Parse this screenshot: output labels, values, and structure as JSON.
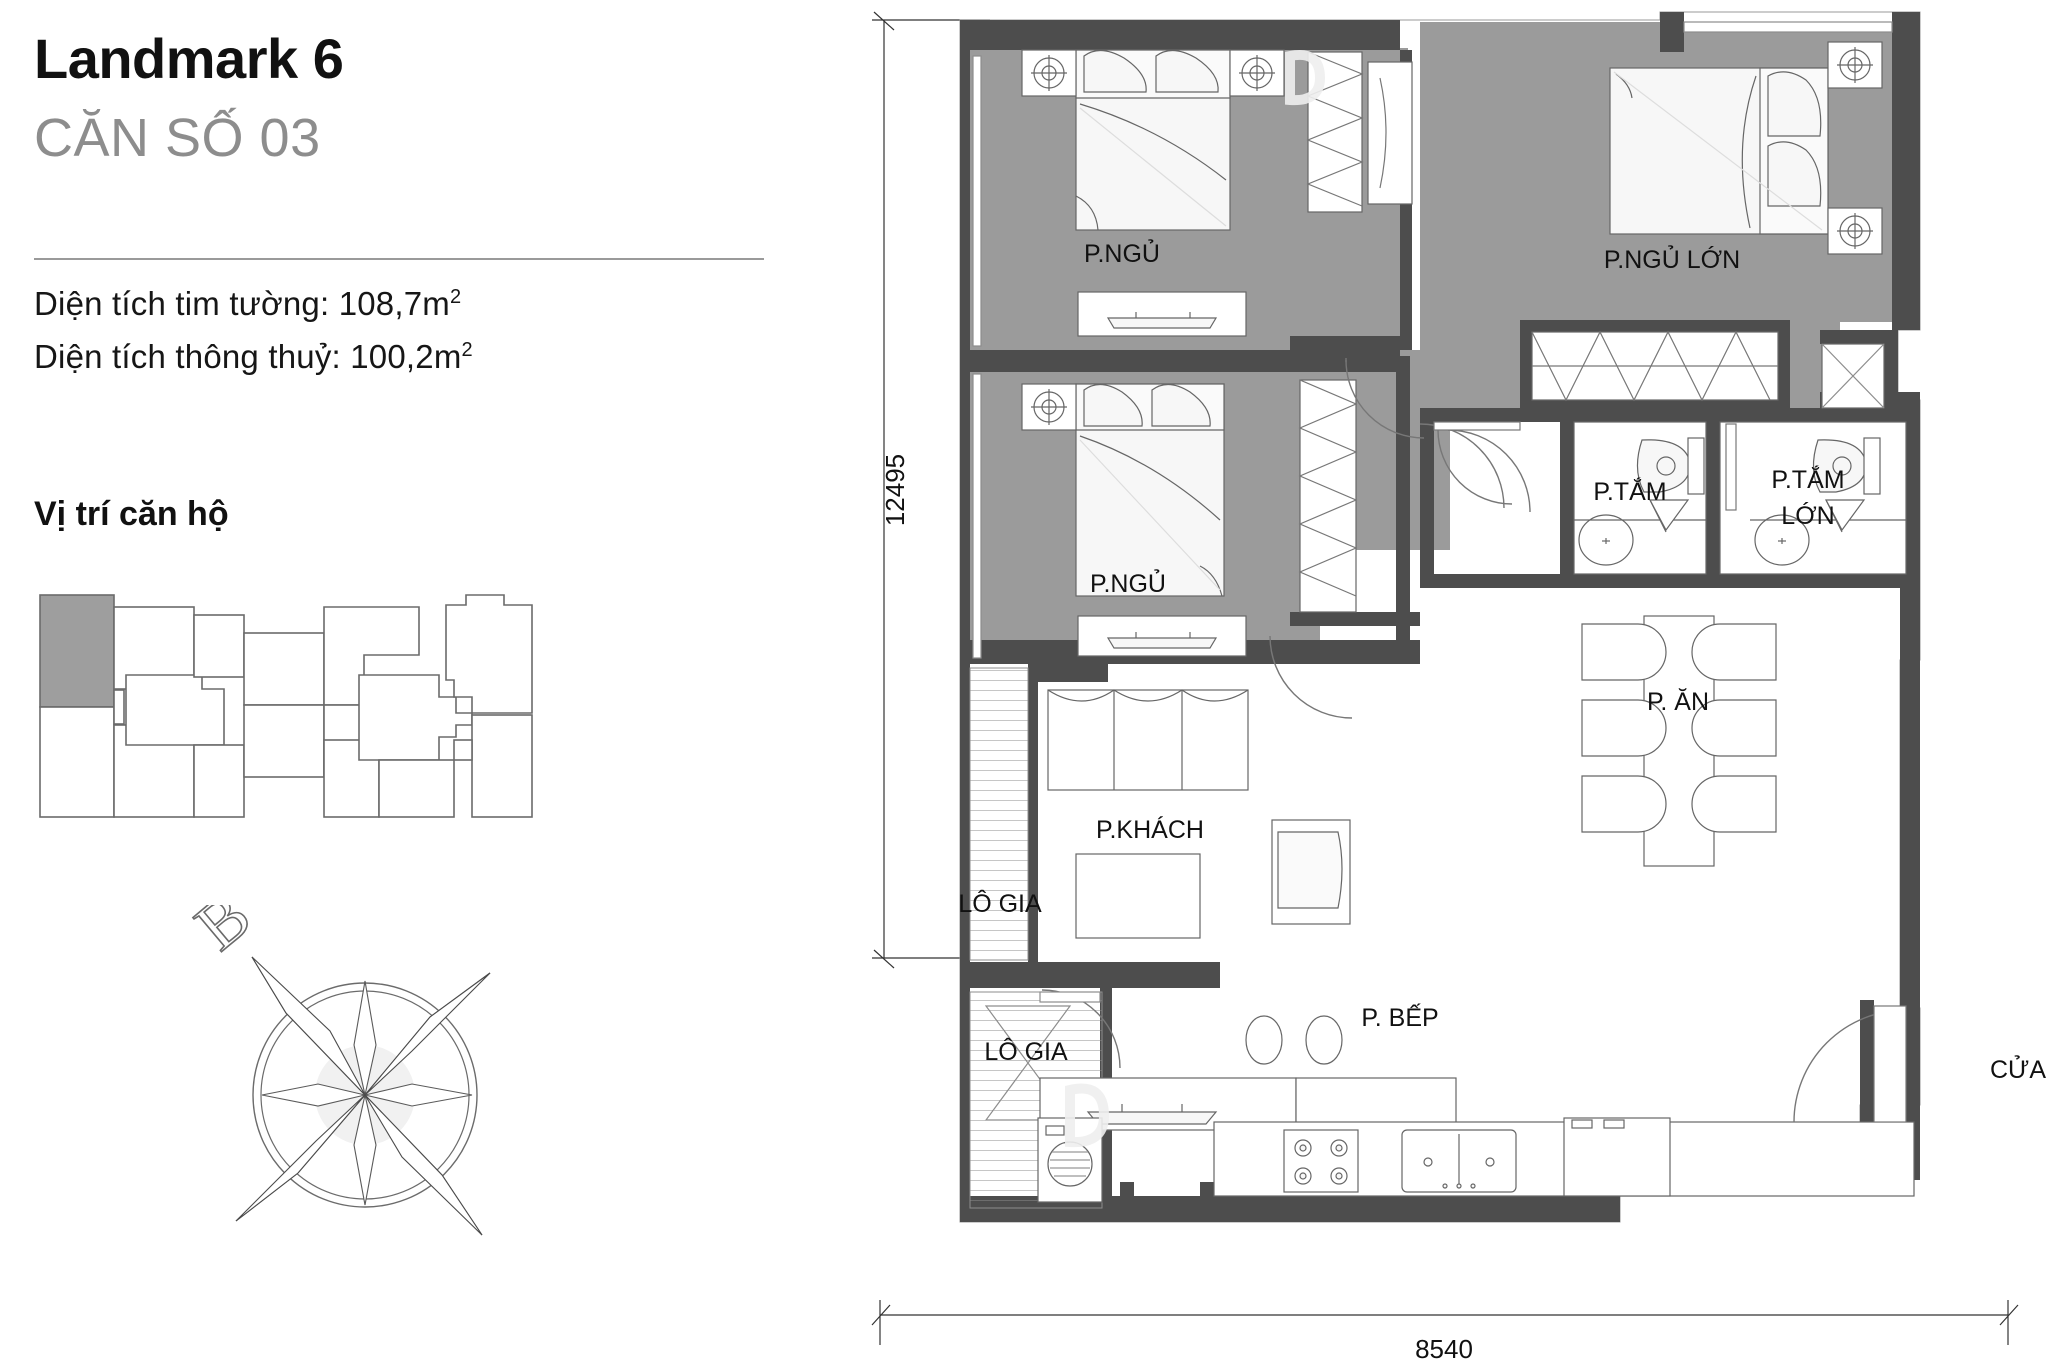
{
  "info": {
    "project_title": "Landmark 6",
    "unit_title": "CĂN SỐ 03",
    "area_gross_label": "Diện tích tim tường: 108,7m",
    "area_gross_sup": "2",
    "area_net_label": "Diện tích thông thuỷ: 100,2m",
    "area_net_sup": "2",
    "location_heading": "Vị trí căn hộ"
  },
  "compass": {
    "north_letter": "B"
  },
  "floor_plan": {
    "dim_vertical": "12495",
    "dim_horizontal": "8540",
    "entrance_label": "CỬA",
    "rooms": [
      {
        "key": "bedroom_1",
        "label": "P.NGỦ"
      },
      {
        "key": "bedroom_2",
        "label": "P.NGỦ"
      },
      {
        "key": "master_bedroom",
        "label": "P.NGỦ LỚN"
      },
      {
        "key": "bathroom",
        "label": "P.TẮM"
      },
      {
        "key": "master_bath_1",
        "label": "P.TẮM"
      },
      {
        "key": "master_bath_2",
        "label": "LỚN"
      },
      {
        "key": "living_room",
        "label": "P.KHÁCH"
      },
      {
        "key": "dining_room",
        "label": "P. ĂN"
      },
      {
        "key": "kitchen",
        "label": "P. BẾP"
      },
      {
        "key": "balcony_1",
        "label": "LÔ GIA"
      },
      {
        "key": "balcony_2",
        "label": "LÔ GIA"
      }
    ]
  },
  "colors": {
    "wall": "#4d4d4d",
    "bedroom_fill": "#9b9b9b",
    "line": "#555555",
    "highlight": "#9e9e9e",
    "text": "#111111",
    "muted": "#8d8d8d"
  }
}
